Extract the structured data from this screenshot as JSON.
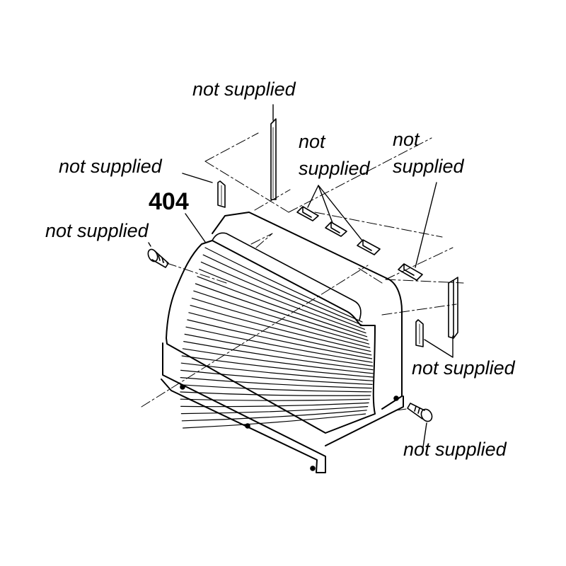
{
  "part_number": "404",
  "labels": {
    "top_stud": "not supplied",
    "left_clip": "not supplied",
    "left_screw": "not supplied",
    "mid_clips_line1": "not",
    "mid_clips_line2": "supplied",
    "right_clip_line1": "not",
    "right_clip_line2": "supplied",
    "right_studs": "not supplied",
    "right_screw": "not supplied"
  }
}
